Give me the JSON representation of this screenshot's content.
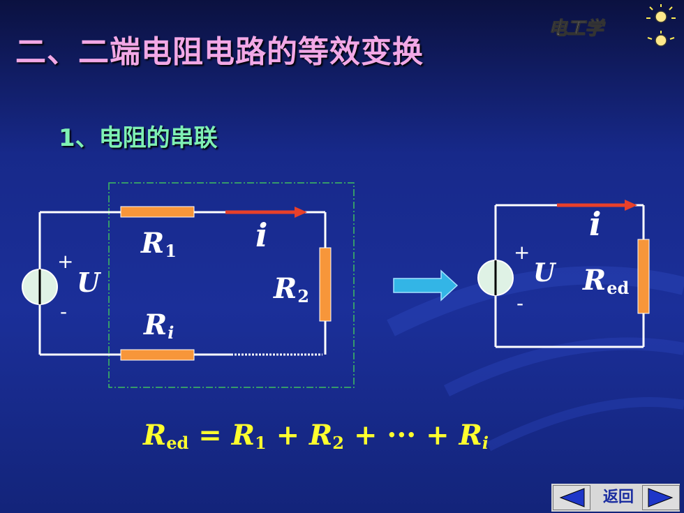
{
  "slide": {
    "title": "二、二端电阻电路的等效变换",
    "subtitle": "1、电阻的串联",
    "logo": "电工学"
  },
  "circuit_left": {
    "resistor_1": {
      "name": "R",
      "sub": "1"
    },
    "resistor_2": {
      "name": "R",
      "sub": "2"
    },
    "resistor_i": {
      "name": "R",
      "sub": "i"
    },
    "current": "i",
    "source": "U",
    "plus": "+",
    "minus": "-"
  },
  "circuit_right": {
    "resistor_eq": {
      "name": "R",
      "sub": "ed"
    },
    "current": "i",
    "source": "U",
    "plus": "+",
    "minus": "-"
  },
  "formula": {
    "lhs": {
      "name": "R",
      "sub": "ed"
    },
    "equals": "=",
    "t1": {
      "name": "R",
      "sub": "1"
    },
    "plus": "+",
    "t2": {
      "name": "R",
      "sub": "2"
    },
    "dots": "···",
    "t3": {
      "name": "R",
      "sub": "i"
    }
  },
  "nav": {
    "return_label": "返回"
  },
  "colors": {
    "title": "#f2a8e6",
    "subtitle": "#7ff0b4",
    "resistor": "#f7963a",
    "current_arrow": "#e8402a",
    "formula": "#ffff2e",
    "equivalence_arrow": "#33b5e6"
  }
}
